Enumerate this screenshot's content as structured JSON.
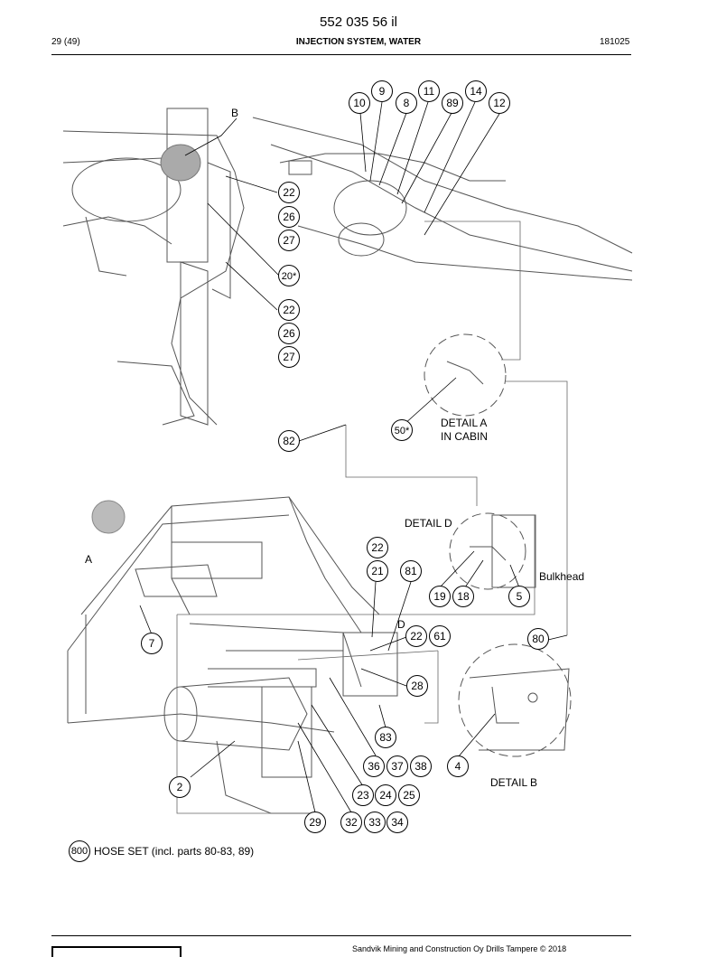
{
  "header": {
    "doc_number": "552 035 56 il",
    "page": "29 (49)",
    "section": "INJECTION SYSTEM, WATER",
    "date_code": "181025"
  },
  "labels": {
    "detail_a_line1": "DETAIL A",
    "detail_a_line2": "IN CABIN",
    "detail_b": "DETAIL B",
    "detail_d": "DETAIL D",
    "bulkhead": "Bulkhead",
    "letter_a": "A",
    "letter_b": "B",
    "letter_d": "D"
  },
  "note": {
    "number": "800",
    "text": "HOSE SET (incl. parts 80-83, 89)"
  },
  "footer": {
    "copyright": "Sandvik Mining and Construction Oy Drills Tampere © 2018"
  },
  "callouts": [
    "10",
    "9",
    "8",
    "11",
    "89",
    "14",
    "12",
    "22",
    "26",
    "27",
    "20*",
    "22",
    "26",
    "27",
    "50*",
    "82",
    "22",
    "21",
    "81",
    "19",
    "18",
    "5",
    "7",
    "22",
    "61",
    "80",
    "28",
    "83",
    "36",
    "37",
    "38",
    "4",
    "2",
    "23",
    "24",
    "25",
    "29",
    "32",
    "33",
    "34"
  ]
}
